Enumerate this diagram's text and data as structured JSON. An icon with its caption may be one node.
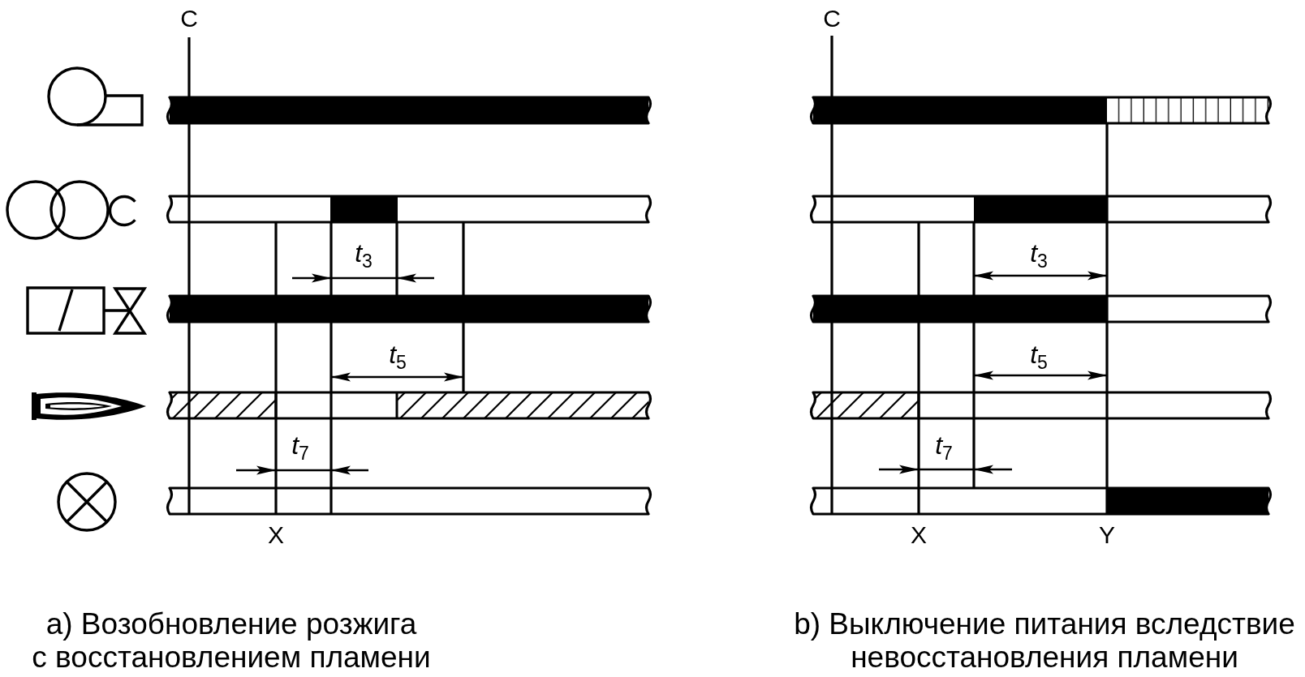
{
  "diagram": {
    "labels": [
      "C",
      "C",
      "*t*$_{3}$",
      "*t*$_{3}$",
      "*t*$_{5}$",
      "*t*$_{5}$",
      "*t*$_{7}$",
      "*t*$_{7}$",
      "X",
      "X",
      "Y",
      "a) Возобновление розжига с восстановлением пламени",
      "b) Выключение питания вследствие невосстановления пламени"
    ]
  }
}
